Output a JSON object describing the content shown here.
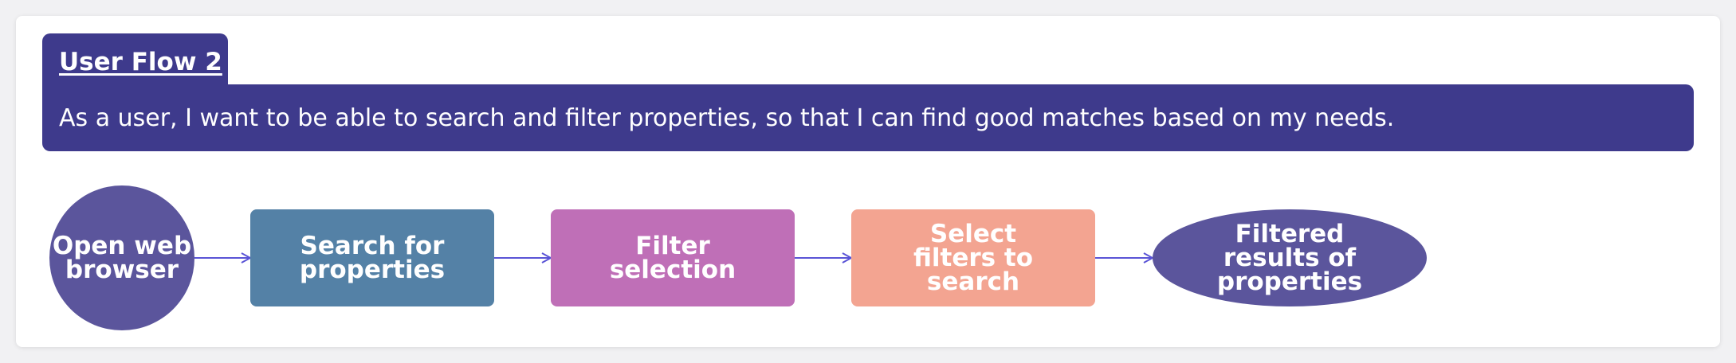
{
  "header": {
    "title": "User Flow 2",
    "story": "As a user, I want to be able to search and filter properties, so that I can find good matches based on my needs."
  },
  "flow": {
    "steps": [
      {
        "lines": [
          "Open web",
          "browser"
        ],
        "shape": "circle",
        "color": "#5b559c"
      },
      {
        "lines": [
          "Search for",
          "properties"
        ],
        "shape": "rounded-rect",
        "color": "#5481a6"
      },
      {
        "lines": [
          "Filter",
          "selection"
        ],
        "shape": "rounded-rect",
        "color": "#bf6fb7"
      },
      {
        "lines": [
          "Select",
          "filters to",
          "search"
        ],
        "shape": "rounded-rect",
        "color": "#f3a491"
      },
      {
        "lines": [
          "Filtered",
          "results of",
          "properties"
        ],
        "shape": "ellipse",
        "color": "#5b559c"
      }
    ],
    "connector_color": "#5a54d6",
    "banner_color": "#3e3a8c"
  }
}
